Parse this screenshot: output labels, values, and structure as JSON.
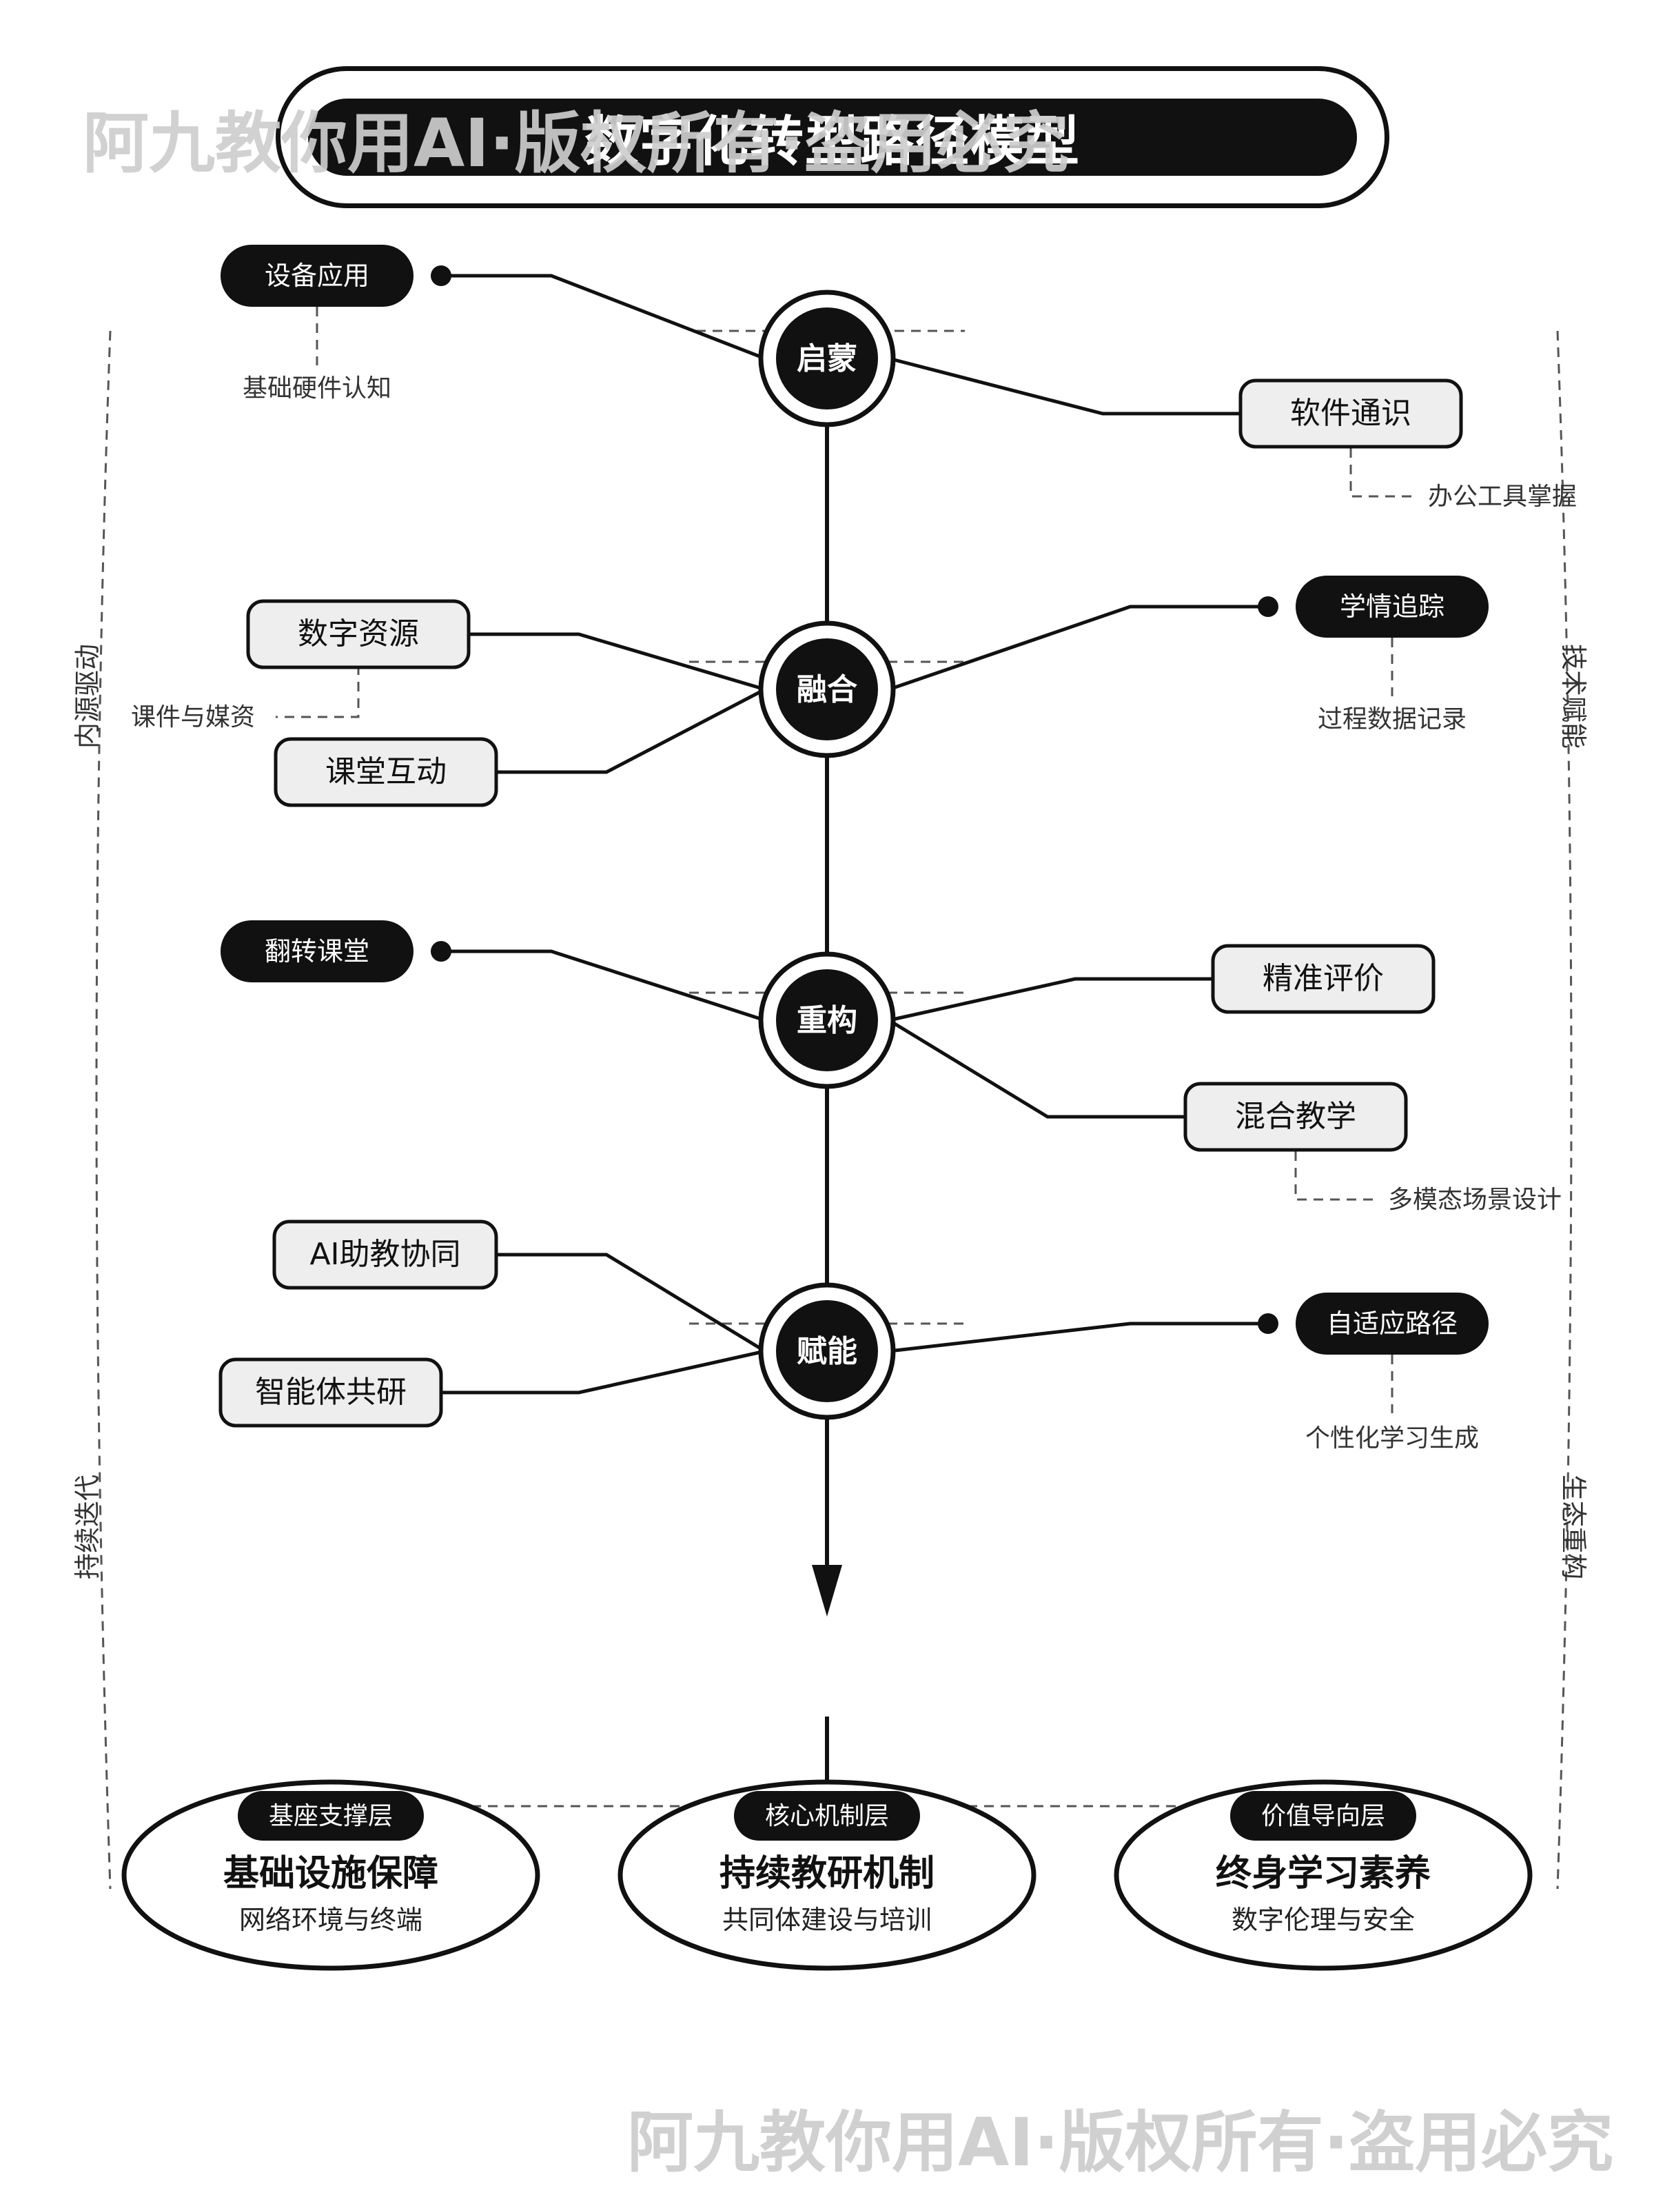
{
  "title": "数字化转型路径模型",
  "watermarks": {
    "top": "阿九教你用AI·版权所有·盗用必究",
    "bottom": "阿九教你用AI·版权所有·盗用必究"
  },
  "stages": [
    {
      "label": "启蒙",
      "left": [
        {
          "label": "设备应用",
          "style": "dark",
          "note": "基础硬件认知"
        }
      ],
      "right": [
        {
          "label": "软件通识",
          "style": "light",
          "note": "办公工具掌握"
        }
      ]
    },
    {
      "label": "融合",
      "left": [
        {
          "label": "数字资源",
          "style": "light",
          "note": "课件与媒资"
        },
        {
          "label": "课堂互动",
          "style": "light",
          "note": ""
        }
      ],
      "right": [
        {
          "label": "学情追踪",
          "style": "dark",
          "note": "过程数据记录"
        }
      ]
    },
    {
      "label": "重构",
      "left": [
        {
          "label": "翻转课堂",
          "style": "dark",
          "note": ""
        }
      ],
      "right": [
        {
          "label": "精准评价",
          "style": "light",
          "note": ""
        },
        {
          "label": "混合教学",
          "style": "light",
          "note": "多模态场景设计"
        }
      ]
    },
    {
      "label": "赋能",
      "left": [
        {
          "label": "AI助教协同",
          "style": "light",
          "note": ""
        },
        {
          "label": "智能体共研",
          "style": "light",
          "note": ""
        }
      ],
      "right": [
        {
          "label": "自适应路径",
          "style": "dark",
          "note": "个性化学习生成"
        }
      ]
    }
  ],
  "side_labels": {
    "left_top": "内源驱动",
    "left_bottom": "持续迭代",
    "right_top": "技术赋能",
    "right_bottom": "生态重构"
  },
  "foundations": [
    {
      "tag": "基座支撑层",
      "title": "基础设施保障",
      "subtitle": "网络环境与终端"
    },
    {
      "tag": "核心机制层",
      "title": "持续教研机制",
      "subtitle": "共同体建设与培训"
    },
    {
      "tag": "价值导向层",
      "title": "终身学习素养",
      "subtitle": "数字伦理与安全"
    }
  ]
}
